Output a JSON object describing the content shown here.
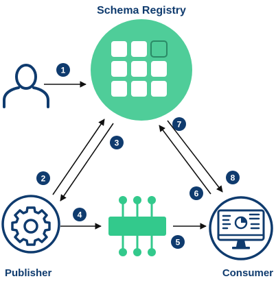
{
  "registry": {
    "title": "Schema Registry"
  },
  "publisher": {
    "label": "Publisher"
  },
  "consumer": {
    "label": "Consumer"
  },
  "steps": [
    "1",
    "2",
    "3",
    "4",
    "5",
    "6",
    "7",
    "8"
  ],
  "colors": {
    "navy": "#0f3b6e",
    "registry_green": "#4fcd99",
    "tile_white": "#ffffff",
    "topic_green": "#33c98c",
    "arrow": "#111111"
  },
  "icons": {
    "user": "user-icon",
    "publisher": "gear-icon",
    "topic": "topic-bus-icon",
    "consumer": "monitor-dashboard-icon"
  }
}
